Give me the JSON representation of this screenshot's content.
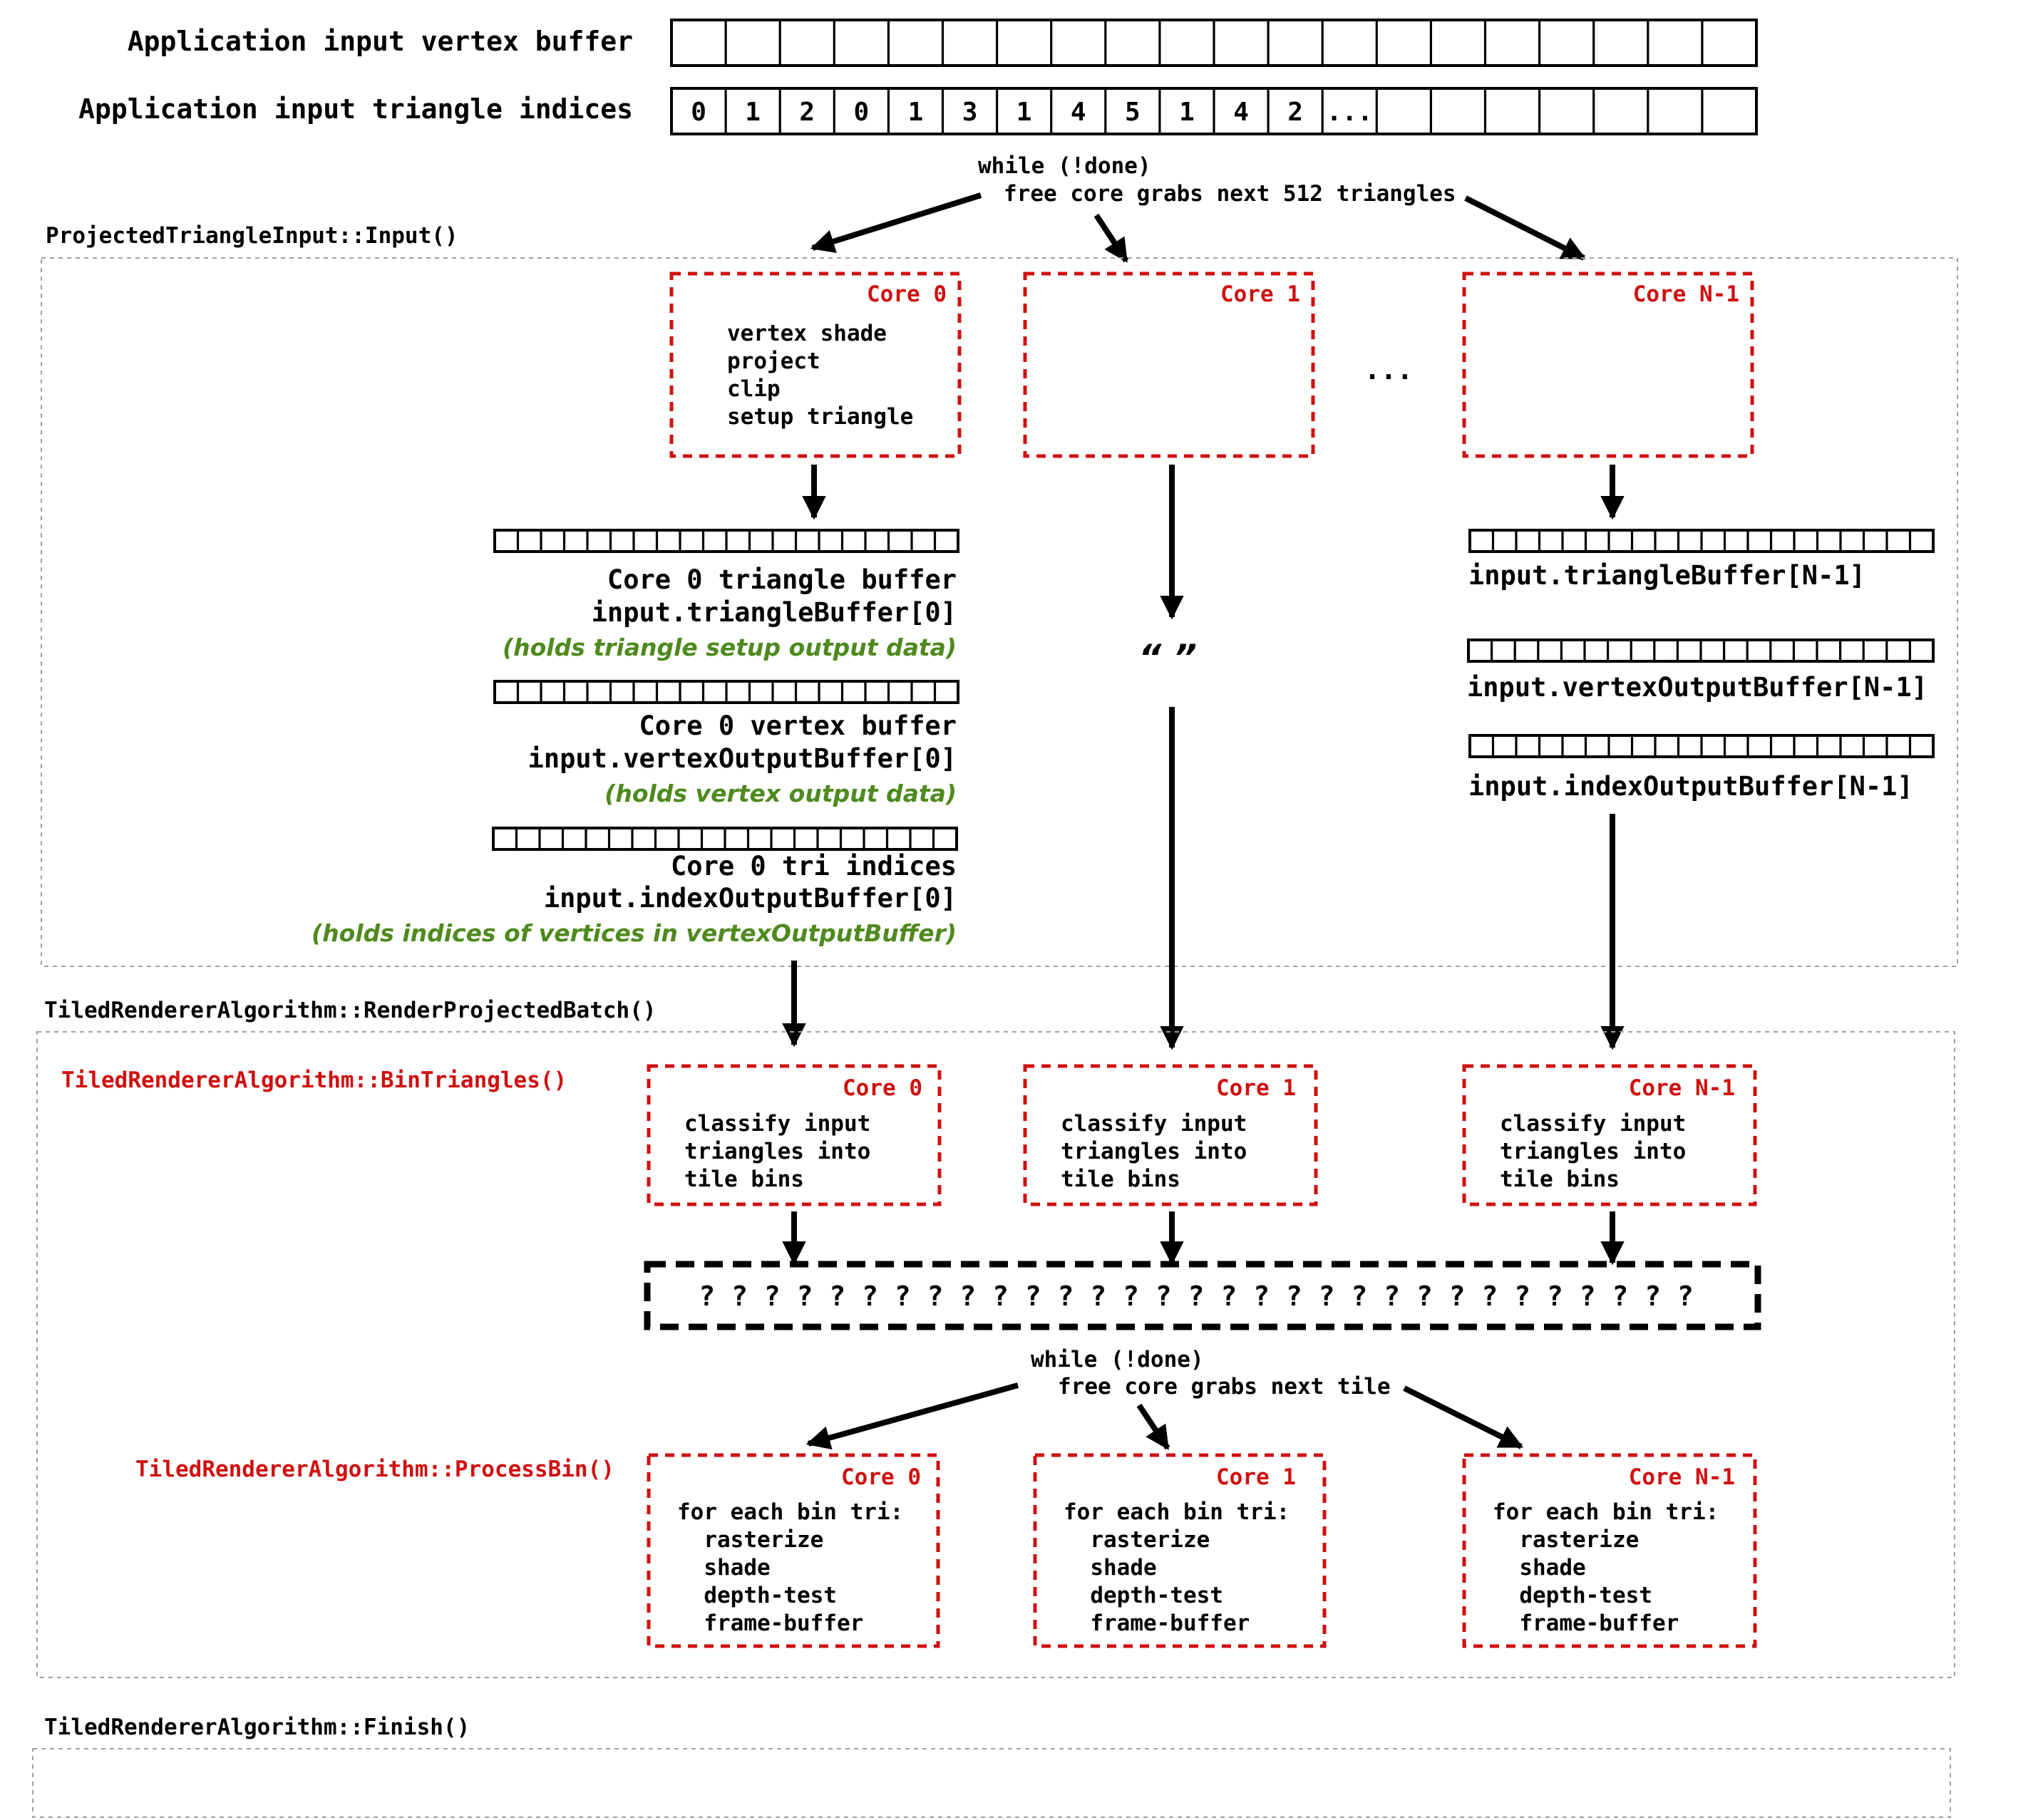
{
  "top": {
    "vertex_buffer_label": "Application input vertex buffer",
    "index_label": "Application input triangle indices",
    "indices": [
      "0",
      "1",
      "2",
      "0",
      "1",
      "3",
      "1",
      "4",
      "5",
      "1",
      "4",
      "2",
      "..."
    ]
  },
  "dispatch1": {
    "line1": "while (!done)",
    "line2": "free core grabs next 512 triangles"
  },
  "input_section": {
    "label": "ProjectedTriangleInput::Input()",
    "cores": [
      {
        "title": "Core 0",
        "lines": [
          "vertex shade",
          "project",
          "clip",
          "setup triangle"
        ]
      },
      {
        "title": "Core 1",
        "lines": []
      },
      {
        "title": "Core N-1",
        "lines": []
      }
    ],
    "ellipsis": "...",
    "ditto": "“ ”",
    "core0_buffers": [
      {
        "line1": "Core 0 triangle buffer",
        "line2": "input.triangleBuffer[0]",
        "note": "(holds triangle setup output data)"
      },
      {
        "line1": "Core 0 vertex buffer",
        "line2": "input.vertexOutputBuffer[0]",
        "note": "(holds vertex output data)"
      },
      {
        "line1": "Core 0 tri indices",
        "line2": "input.indexOutputBuffer[0]",
        "note": "(holds indices of vertices in vertexOutputBuffer)"
      }
    ],
    "coreN_buffers": [
      "input.triangleBuffer[N-1]",
      "input.vertexOutputBuffer[N-1]",
      "input.indexOutputBuffer[N-1]"
    ]
  },
  "render_section": {
    "label": "TiledRendererAlgorithm::RenderProjectedBatch()",
    "bin_label": "TiledRendererAlgorithm::BinTriangles()",
    "bin_cores": [
      {
        "title": "Core 0",
        "lines": [
          "classify input",
          "triangles into",
          "tile bins"
        ]
      },
      {
        "title": "Core 1",
        "lines": [
          "classify input",
          "triangles into",
          "tile bins"
        ]
      },
      {
        "title": "Core N-1",
        "lines": [
          "classify input",
          "triangles into",
          "tile bins"
        ]
      }
    ],
    "tile_bins": "? ? ? ? ? ? ? ? ? ? ? ? ? ? ? ? ? ? ? ? ? ? ? ? ? ? ? ? ? ? ?",
    "dispatch2": {
      "line1": "while (!done)",
      "line2": "free core grabs next tile"
    },
    "process_label": "TiledRendererAlgorithm::ProcessBin()",
    "process_cores": [
      {
        "title": "Core 0",
        "lines": [
          "for each bin tri:",
          "  rasterize",
          "  shade",
          "  depth-test",
          "  frame-buffer"
        ]
      },
      {
        "title": "Core 1",
        "lines": [
          "for each bin tri:",
          "  rasterize",
          "  shade",
          "  depth-test",
          "  frame-buffer"
        ]
      },
      {
        "title": "Core N-1",
        "lines": [
          "for each bin tri:",
          "  rasterize",
          "  shade",
          "  depth-test",
          "  frame-buffer"
        ]
      }
    ]
  },
  "finish_section": {
    "label": "TiledRendererAlgorithm::Finish()"
  },
  "colors": {
    "core_border": "#d01010",
    "note_text": "#4e8a1e",
    "section_border": "#a0a0a0"
  }
}
